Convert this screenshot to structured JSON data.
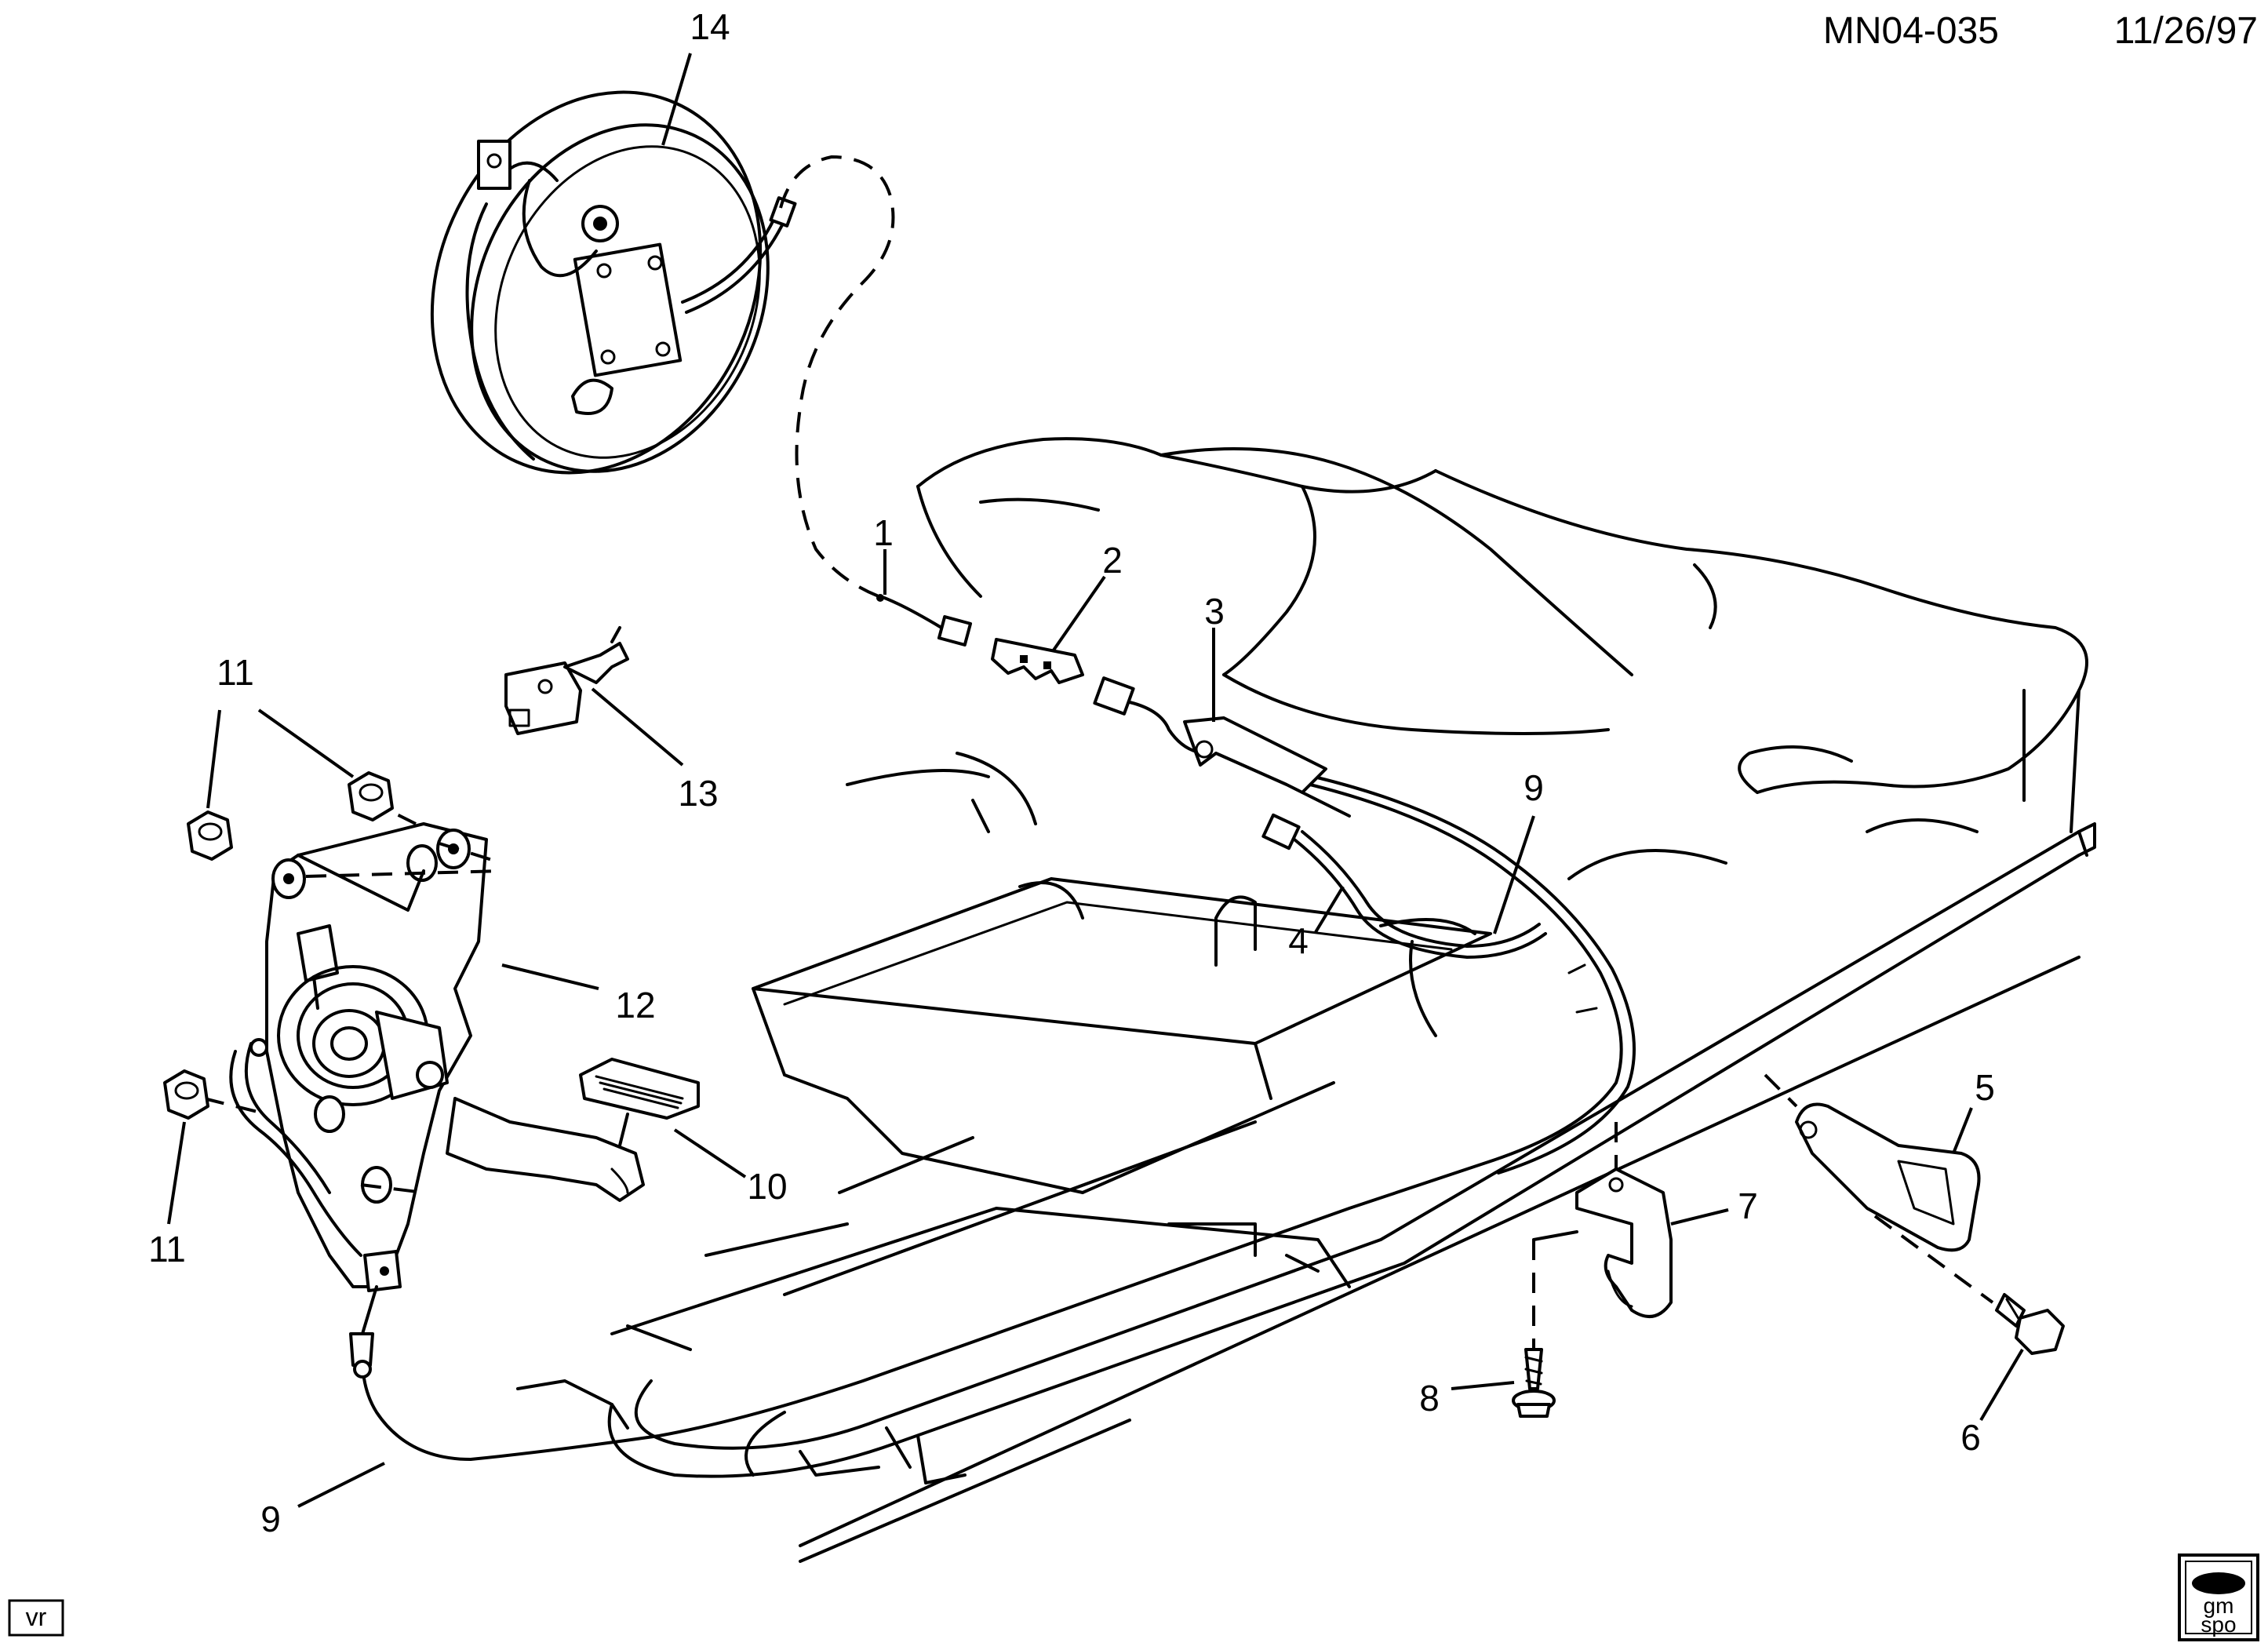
{
  "diagram": {
    "code": "MN04-035",
    "date": "11/26/97",
    "corner_tag": "vr",
    "logo_text": [
      "gm",
      "spo"
    ]
  },
  "callouts": {
    "c1": "1",
    "c2": "2",
    "c3": "3",
    "c4": "4",
    "c5": "5",
    "c6": "6",
    "c7": "7",
    "c8": "8",
    "c9a": "9",
    "c9b": "9",
    "c10": "10",
    "c11a": "11",
    "c11b": "11",
    "c12": "12",
    "c13": "13",
    "c14": "14"
  }
}
